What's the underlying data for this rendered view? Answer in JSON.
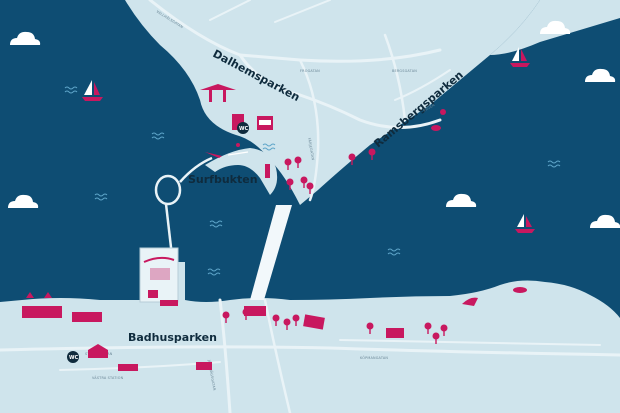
{
  "map": {
    "colors": {
      "water": "#0e4d73",
      "land": "#cfe4ec",
      "road": "#e9f3f7",
      "label": "#0f2b3d",
      "accent": "#c8185f",
      "cloud": "#ffffff"
    },
    "parks": {
      "dalhemsparken": "Dalhemsparken",
      "surfbukten": "Surfbukten",
      "ramsbergsparken": "Ramsbergsparken",
      "badhusparken": "Badhusparken"
    },
    "streets": {
      "vallhalsgatan": "VALLHÄLSGATAN",
      "frogatan": "FROGATAN",
      "bergsgatan": "BERGSGATAN",
      "vagen": "VÄGEN",
      "strandgatan": "STRANDGATAN",
      "vastra_station": "VÄSTRA STATION",
      "kopmangatan": "KÖPMANGATAN",
      "jarnvagsgatan": "JÄRNVÄGSGATAN",
      "farjegatan": "FÄRJEGATAN"
    },
    "amenities": {
      "wc": "WC"
    },
    "icons": [
      "cloud-icon",
      "sailboat-icon",
      "wave-icon",
      "tree-icon",
      "wc-icon",
      "surfer-icon",
      "tower-icon",
      "train-icon",
      "bbq-icon",
      "playground-icon",
      "pavilion-icon"
    ]
  }
}
